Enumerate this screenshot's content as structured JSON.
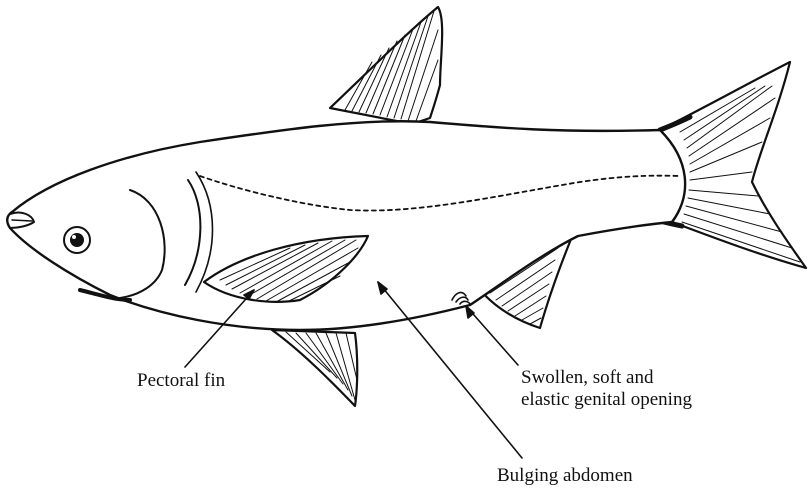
{
  "labels": {
    "pectoral_fin": "Pectoral fin",
    "genital_opening_line1": "Swollen, soft and",
    "genital_opening_line2": "elastic genital opening",
    "bulging_abdomen": "Bulging abdomen"
  },
  "colors": {
    "ink": "#111111",
    "background": "#ffffff"
  }
}
